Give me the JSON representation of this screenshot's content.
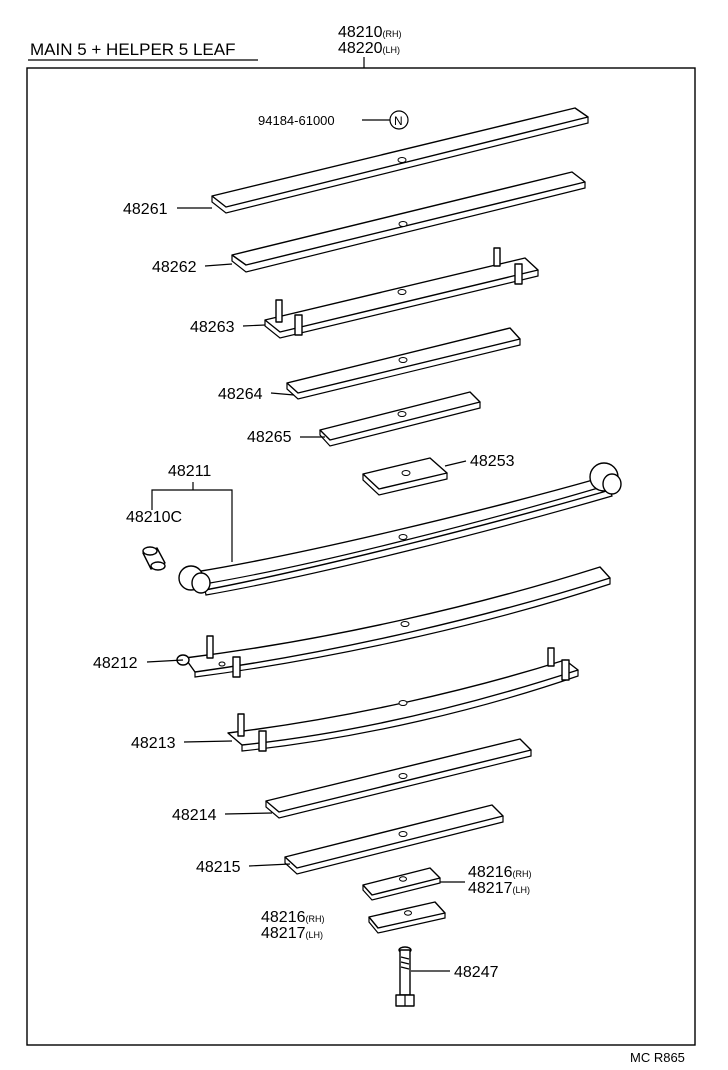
{
  "title": "MAIN 5 + HELPER 5 LEAF",
  "assembly": {
    "rh": "48210",
    "rh_suffix": "(RH)",
    "lh": "48220",
    "lh_suffix": "(LH)"
  },
  "note_part": {
    "number": "94184-61000",
    "mark": "N"
  },
  "parts": {
    "p48261": "48261",
    "p48262": "48262",
    "p48263": "48263",
    "p48264": "48264",
    "p48265": "48265",
    "p48253": "48253",
    "p48211": "48211",
    "p48210C": "48210C",
    "p48212": "48212",
    "p48213": "48213",
    "p48214": "48214",
    "p48215": "48215",
    "p48216_right": "48216",
    "p48216_right_suffix": "(RH)",
    "p48217_right": "48217",
    "p48217_right_suffix": "(LH)",
    "p48216_left": "48216",
    "p48216_left_suffix": "(RH)",
    "p48217_left": "48217",
    "p48217_left_suffix": "(LH)",
    "p48247": "48247"
  },
  "code": "MC R865"
}
